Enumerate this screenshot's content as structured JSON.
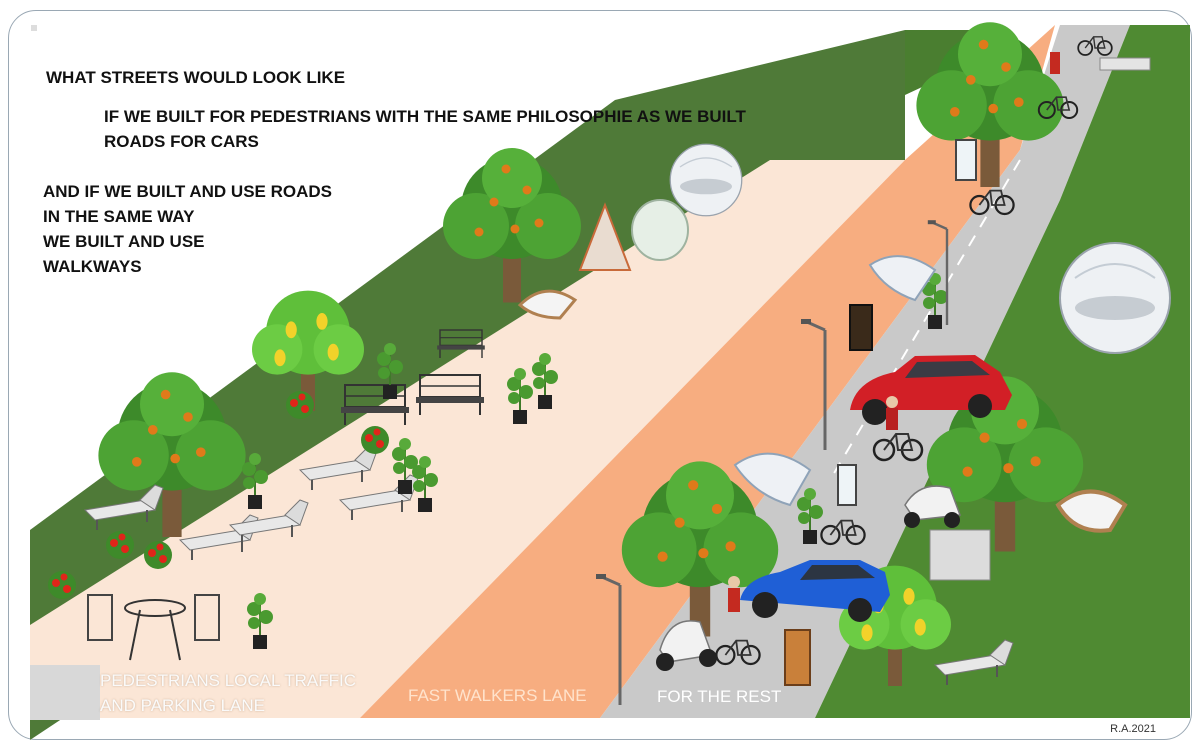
{
  "text": {
    "title": "WHAT STREETS WOULD LOOK LIKE",
    "subtitle_line1": "IF WE BUILT FOR PEDESTRIANS WITH THE SAME PHILOSOPHIE AS WE BUILT",
    "subtitle_line2": "ROADS  FOR CARS",
    "body_line1": "AND IF WE BUILT AND USE ROADS",
    "body_line2": "IN THE SAME WAY",
    "body_line3": "WE BUILT AND USE",
    "body_line4": "WALKWAYS"
  },
  "lanes": {
    "pedestrian_line1": "PEDESTRIANS LOCAL TRAFFIC",
    "pedestrian_line2": "AND PARKING LANE",
    "fast_walkers": "FAST WALKERS LANE",
    "rest": "FOR THE REST"
  },
  "credit": "R.A.2021",
  "colors": {
    "grass": "#4f7a38",
    "grass_light": "#67a049",
    "pedestrian_lane": "#fbe6d6",
    "fast_lane": "#f7ad80",
    "road": "#c8c8c8",
    "frame": "#9aa8b4"
  },
  "icons": [
    "fruit-tree-icon",
    "bench-icon",
    "lounge-chair-icon",
    "tomato-plant-icon",
    "bubble-tent-icon",
    "bicycle-icon",
    "red-car-icon",
    "blue-car-icon",
    "scooter-icon",
    "cyclist-icon",
    "street-lamp-icon",
    "bike-rack-icon",
    "info-board-icon",
    "hanging-chair-icon",
    "bistro-table-icon"
  ]
}
